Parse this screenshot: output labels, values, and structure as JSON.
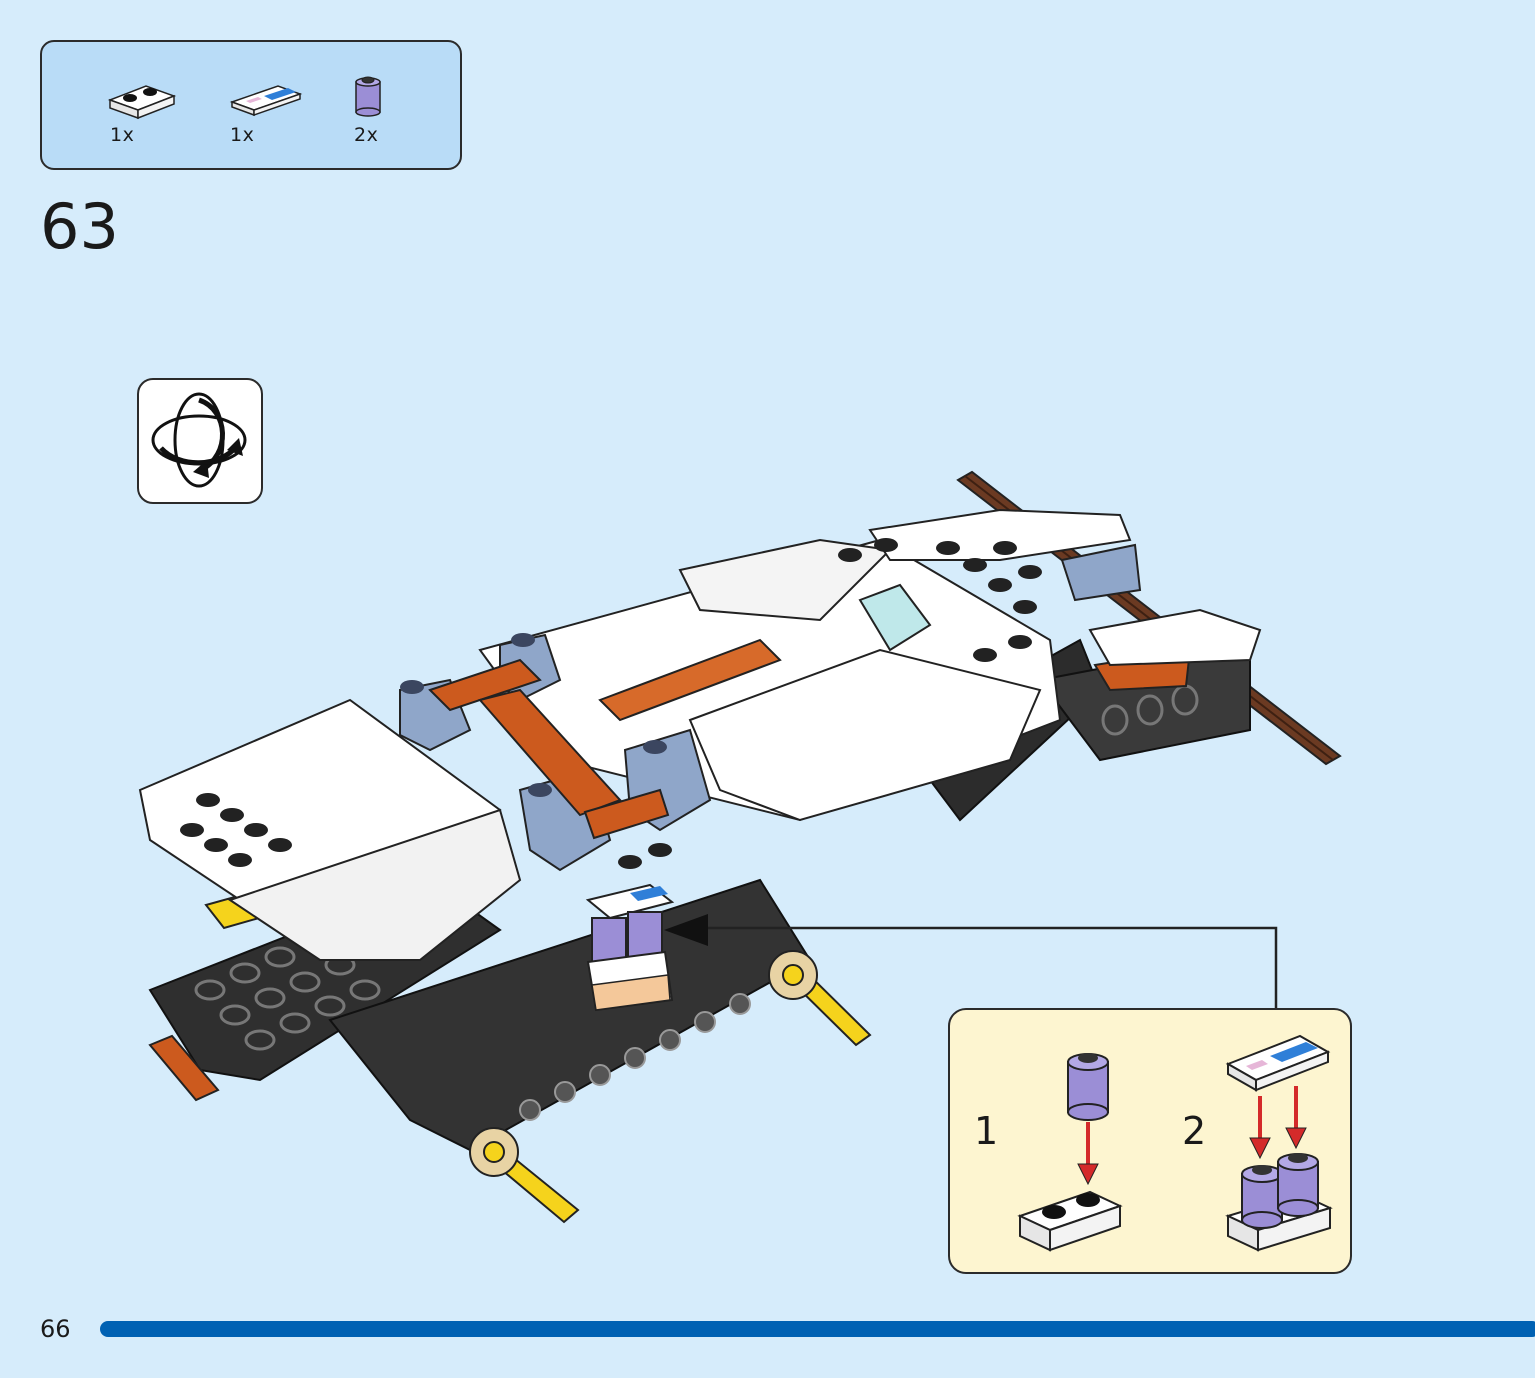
{
  "parts_list": {
    "items": [
      {
        "part": "white-plate-1x2",
        "quantity": "1x"
      },
      {
        "part": "printed-tile-1x2",
        "quantity": "1x"
      },
      {
        "part": "lavender-round-brick",
        "quantity": "2x"
      }
    ]
  },
  "step": {
    "number": "63"
  },
  "rotate_icon": "rotate-model-icon",
  "callout": {
    "substeps": [
      {
        "number": "1"
      },
      {
        "number": "2"
      }
    ]
  },
  "page": {
    "number": "66"
  },
  "colors": {
    "background": "#d6ecfb",
    "parts_box": "#b9dcf7",
    "callout_box": "#fdf5d0",
    "progress_bar": "#0061b3",
    "arrow_red": "#d42a2a",
    "axle_yellow": "#f5d31c",
    "orange_piece": "#cc5a1e",
    "sand_blue": "#8fa6c9",
    "lavender": "#9b8ed6",
    "black_piece": "#2e2e2e"
  }
}
